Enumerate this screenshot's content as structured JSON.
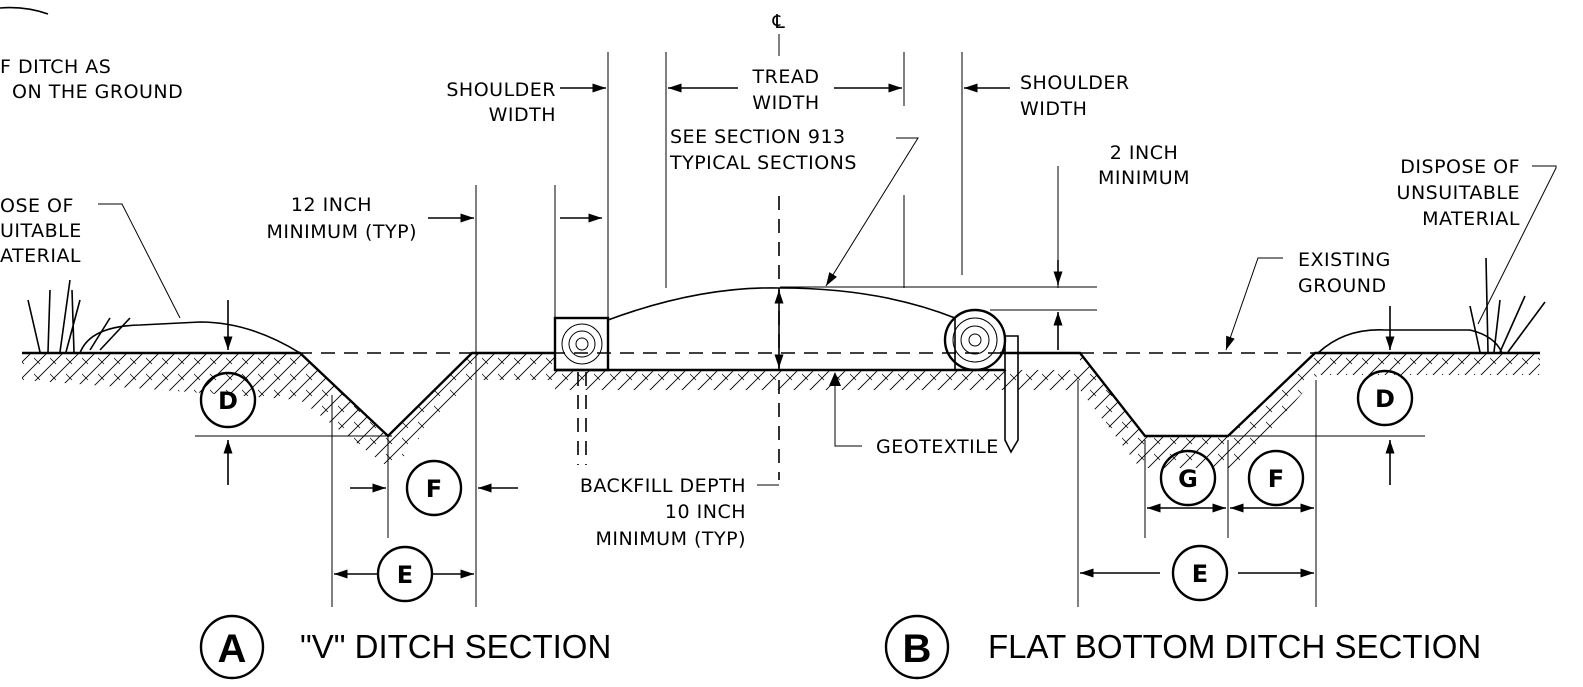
{
  "notes": {
    "top_left_1": "F DITCH AS",
    "top_left_2": "ON THE GROUND",
    "dispose_left_1": "OSE OF",
    "dispose_left_2": "UITABLE",
    "dispose_left_3": "ATERIAL",
    "twelve_inch_1": "12 INCH",
    "twelve_inch_2": "MINIMUM (TYP)",
    "shoulder_left_1": "SHOULDER",
    "shoulder_left_2": "WIDTH",
    "centerline": "℄",
    "tread_1": "TREAD",
    "tread_2": "WIDTH",
    "see_section_1": "SEE SECTION 913",
    "see_section_2": "TYPICAL SECTIONS",
    "shoulder_right_1": "SHOULDER",
    "shoulder_right_2": "WIDTH",
    "two_inch_1": "2 INCH",
    "two_inch_2": "MINIMUM",
    "dispose_right_1": "DISPOSE OF",
    "dispose_right_2": "UNSUITABLE",
    "dispose_right_3": "MATERIAL",
    "existing_1": "EXISTING",
    "existing_2": "GROUND",
    "geotextile": "GEOTEXTILE",
    "backfill_1": "BACKFILL DEPTH",
    "backfill_2": "10 INCH",
    "backfill_3": "MINIMUM (TYP)"
  },
  "callouts": {
    "d_left": "D",
    "f_left": "F",
    "e_left": "E",
    "g_right": "G",
    "f_right": "F",
    "d_right": "D",
    "e_right": "E"
  },
  "sections": {
    "a_letter": "A",
    "a_title": "\"V\" DITCH SECTION",
    "b_letter": "B",
    "b_title": "FLAT BOTTOM DITCH SECTION"
  }
}
